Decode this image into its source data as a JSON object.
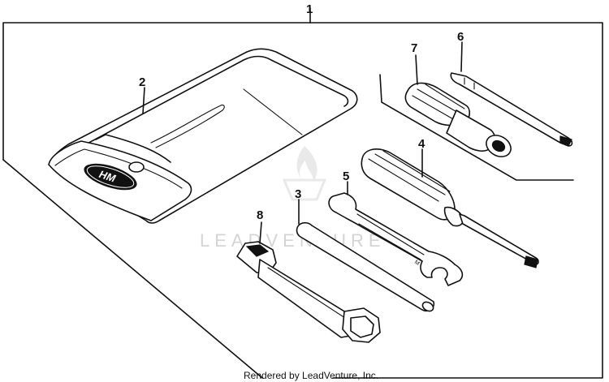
{
  "diagram": {
    "callouts": {
      "c1": "1",
      "c2": "2",
      "c3": "3",
      "c4": "4",
      "c5": "5",
      "c6": "6",
      "c7": "7",
      "c8": "8"
    },
    "pouch_logo_text": "HM",
    "watermark": "LEADVENTURE",
    "credit": "Rendered by LeadVenture, Inc."
  }
}
